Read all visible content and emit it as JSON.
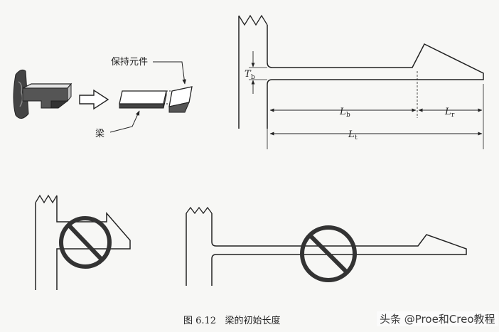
{
  "labels": {
    "retainer": "保持元件",
    "beam": "梁",
    "tb_main": "T",
    "tb_sub": "b",
    "lb_main": "L",
    "lb_sub": "b",
    "lr_main": "L",
    "lr_sub": "r",
    "lt_main": "L",
    "lt_sub": "t"
  },
  "caption": "图 6.12   梁的初始长度",
  "watermark": "头条 @Proe和Creo教程",
  "colors": {
    "ink": "#222222",
    "background": "#f7f7f5",
    "prohibit": "#333333"
  },
  "icons": [
    "arrow-right-icon",
    "prohibit-icon"
  ]
}
